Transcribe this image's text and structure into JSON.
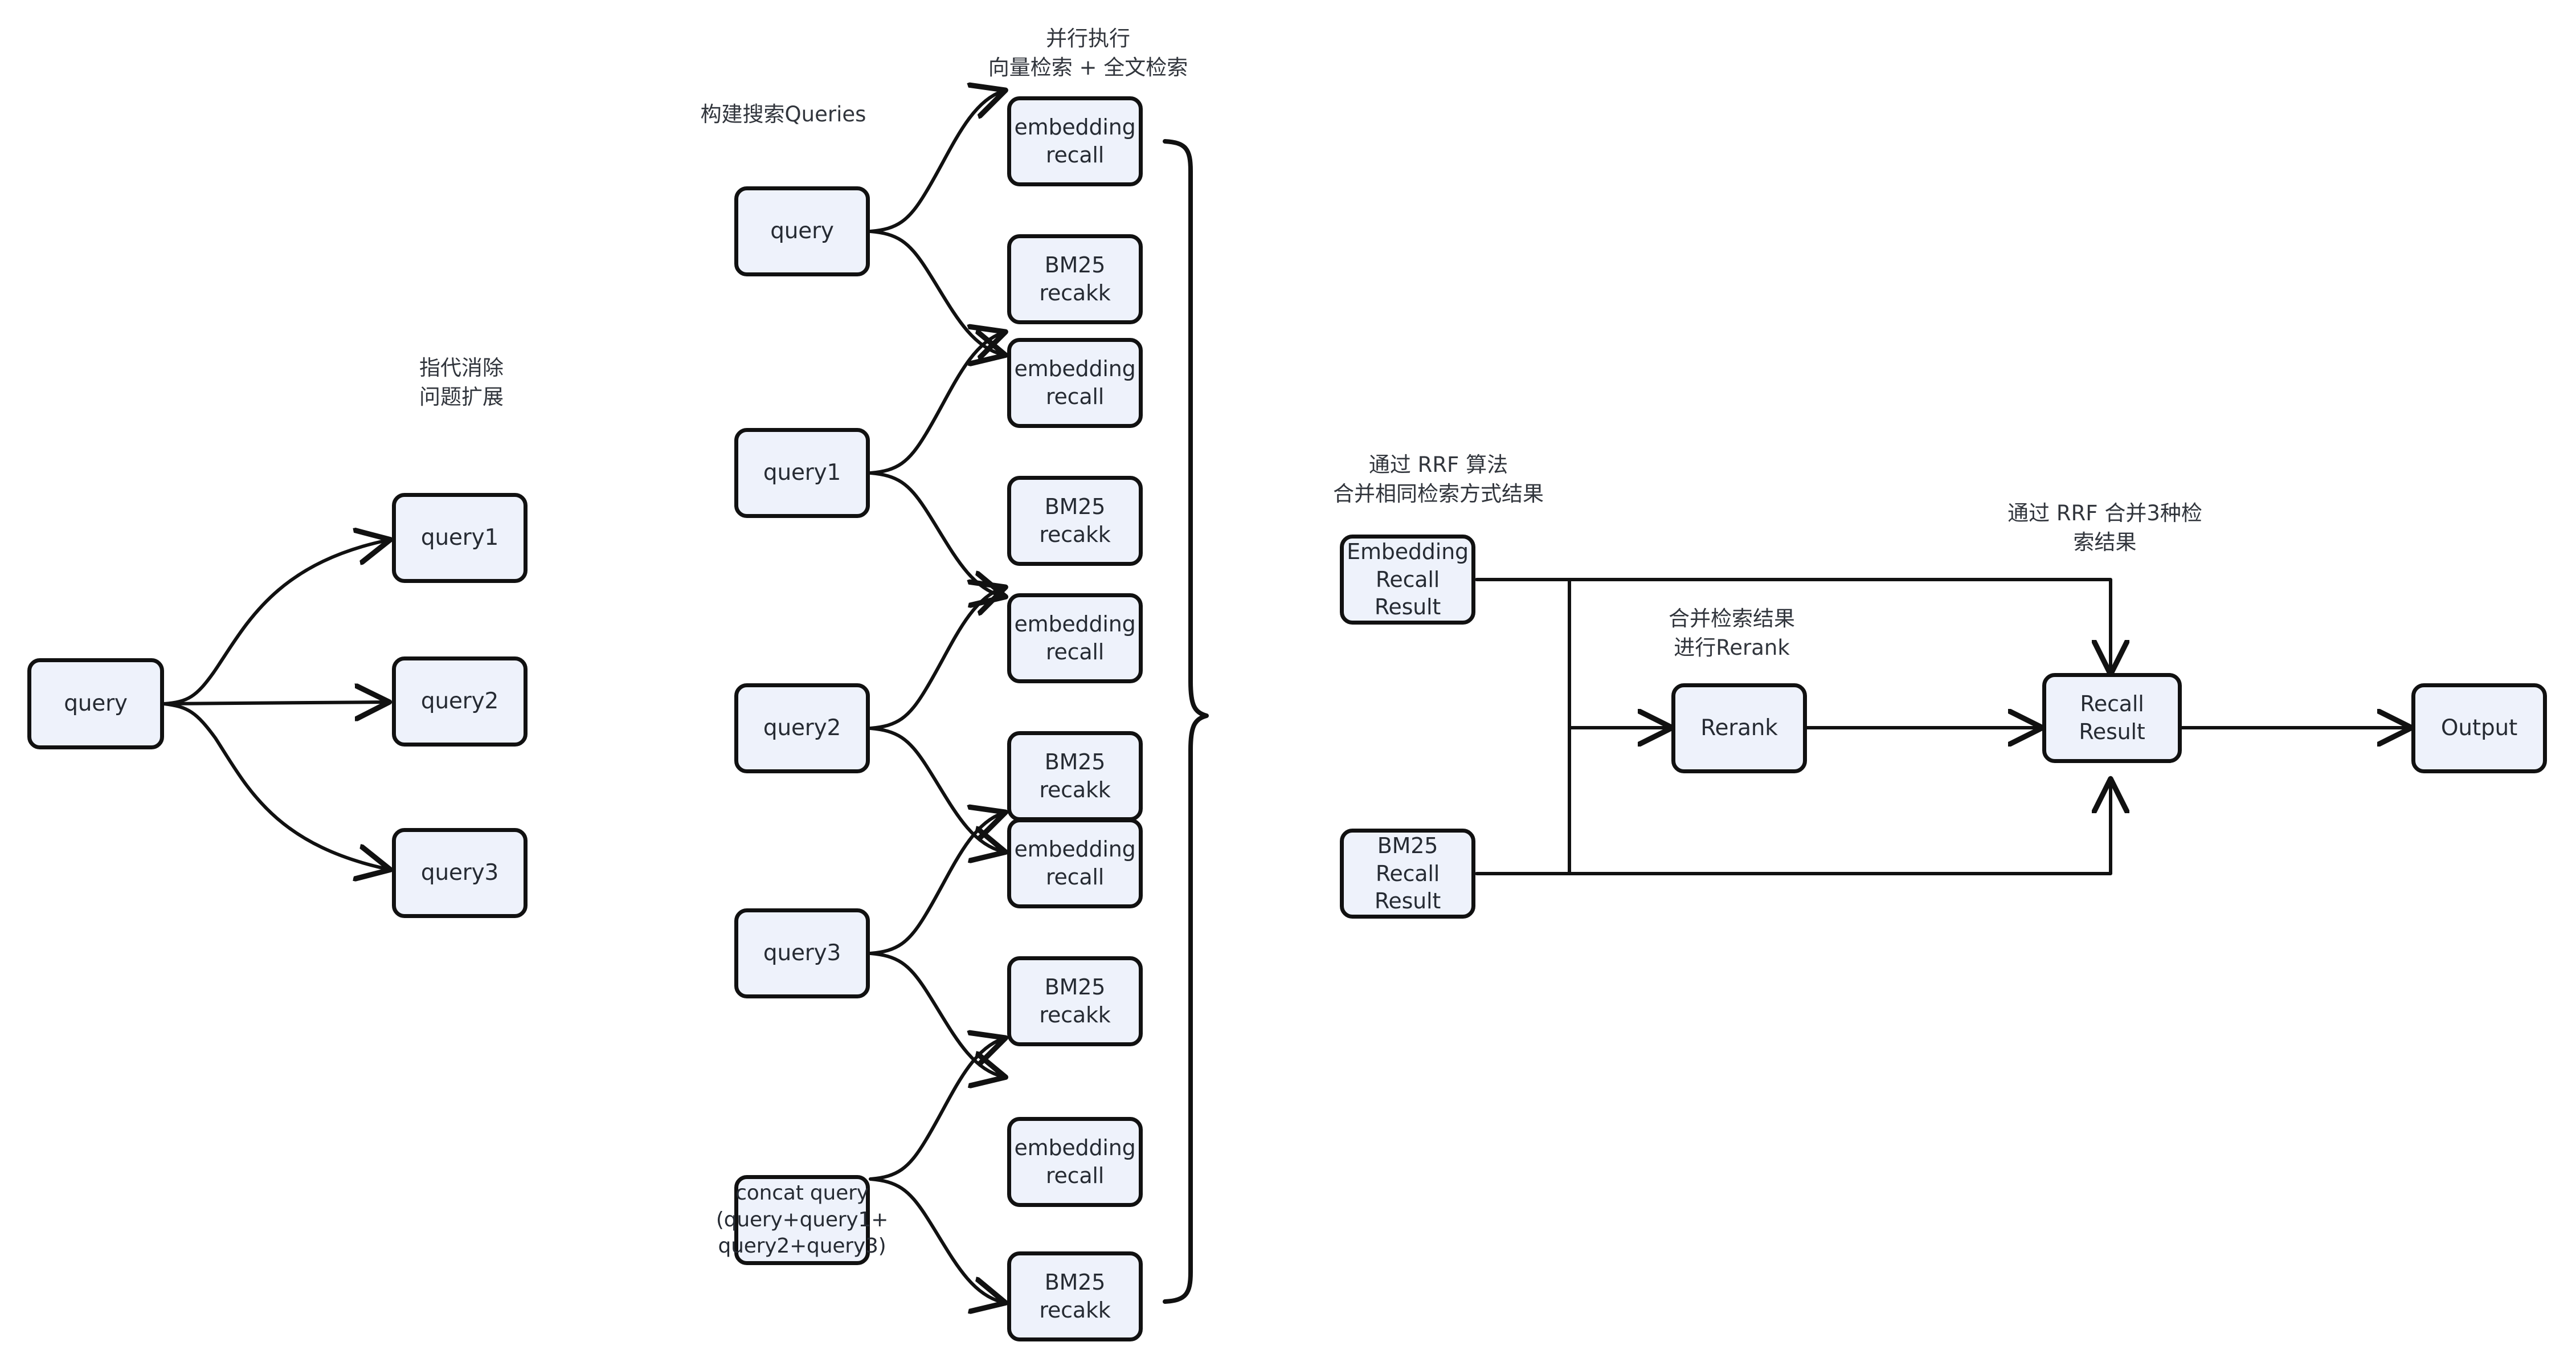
{
  "diagram": {
    "title_captions": {
      "left_stage": "指代消除\n问题扩展",
      "build_queries": "构建搜索Queries",
      "parallel_exec": "并行执行\n向量检索 + 全文检索",
      "rrf_same_method": "通过 RRF 算法\n合并相同检索方式结果",
      "merge_rerank": "合并检索结果\n进行Rerank",
      "rrf_three": "通过 RRF 合并3种检索结果"
    },
    "stage1": {
      "source": {
        "label": "query"
      },
      "expansions": [
        {
          "label": "query1"
        },
        {
          "label": "query2"
        },
        {
          "label": "query3"
        }
      ]
    },
    "stage2": {
      "groups": [
        {
          "query": {
            "label": "query"
          },
          "recalls": [
            {
              "label": "embedding\nrecall"
            },
            {
              "label": "BM25\nrecakk"
            }
          ]
        },
        {
          "query": {
            "label": "query1"
          },
          "recalls": [
            {
              "label": "embedding\nrecall"
            },
            {
              "label": "BM25\nrecakk"
            }
          ]
        },
        {
          "query": {
            "label": "query2"
          },
          "recalls": [
            {
              "label": "embedding\nrecall"
            },
            {
              "label": "BM25\nrecakk"
            }
          ]
        },
        {
          "query": {
            "label": "query3"
          },
          "recalls": [
            {
              "label": "embedding\nrecall"
            },
            {
              "label": "BM25\nrecakk"
            }
          ]
        },
        {
          "query": {
            "label": "concat query\n(query+query1+\nquery2+query3)"
          },
          "recalls": [
            {
              "label": "embedding\nrecall"
            },
            {
              "label": "BM25\nrecakk"
            }
          ]
        }
      ]
    },
    "stage3": {
      "embedding_recall_result": {
        "label": "Embedding\nRecall\nResult"
      },
      "bm25_recall_result": {
        "label": "BM25\nRecall\nResult"
      },
      "rerank": {
        "label": "Rerank"
      },
      "recall_result": {
        "label": "Recall\nResult"
      },
      "output": {
        "label": "Output"
      }
    },
    "colors": {
      "node_fill": "#eef2fb",
      "node_stroke": "#111111",
      "text": "#262b33",
      "canvas": "#ffffff"
    }
  }
}
